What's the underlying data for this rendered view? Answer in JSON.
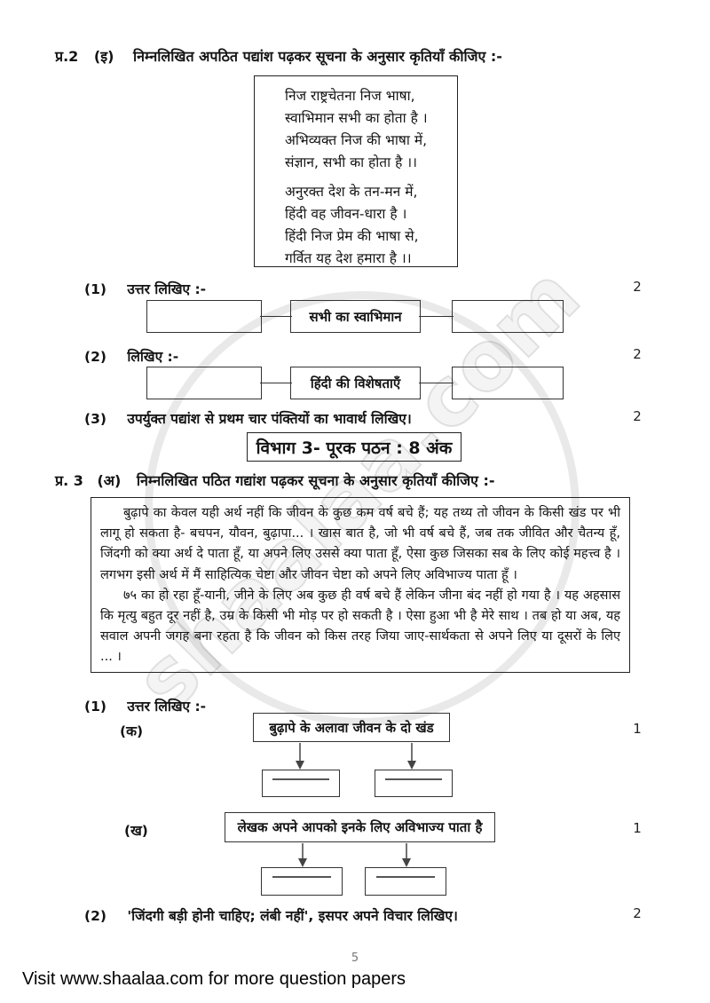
{
  "page": {
    "number": "5",
    "footer": "Visit www.shaalaa.com for more question papers",
    "watermark": "shaalaa.com"
  },
  "q2": {
    "label": "प्र.2",
    "sub": "(इ)",
    "instruction": "निम्नलिखित अपठित पद्यांश पढ़कर सूचना के अनुसार कृतियाँ कीजिए :-",
    "poem": [
      "निज राष्ट्रचेतना निज भाषा,",
      "स्वाभिमान सभी का होता है ।",
      "अभिव्यक्त निज की भाषा में,",
      "संज्ञान, सभी का होता है ।।",
      "अनुरक्त देश के तन-मन में,",
      "हिंदी वह जीवन-धारा है ।",
      "हिंदी निज प्रेम की भाषा से,",
      "गर्वित यह देश हमारा है ।।"
    ],
    "item1": {
      "num": "(1)",
      "text": "उत्तर लिखिए :-",
      "marks": "2",
      "center": "सभी का स्वाभिमान"
    },
    "item2": {
      "num": "(2)",
      "text": "लिखिए :-",
      "marks": "2",
      "center": "हिंदी की विशेषताएँ"
    },
    "item3": {
      "num": "(3)",
      "text": "उपर्युक्त पद्यांश से प्रथम चार पंक्तियों का भावार्थ लिखिए।",
      "marks": "2"
    }
  },
  "section3": {
    "heading": "विभाग 3- पूरक पठन : 8 अंक"
  },
  "q3": {
    "label": "प्र. 3",
    "sub": "(अ)",
    "instruction": "निम्नलिखित पठित गद्यांश पढ़कर सूचना के अनुसार कृतियाँ कीजिए :-",
    "passage": {
      "para1": "बुढ़ापे का केवल यही अर्थ नहीं कि जीवन के कुछ कम वर्ष बचे हैं; यह तथ्य तो जीवन के किसी खंड पर भी लागू हो सकता है- बचपन, यौवन, बुढ़ापा... । खास बात है, जो भी वर्ष बचे हैं, जब तक जीवित और चैतन्य हूँ, जिंदगी को क्या अर्थ दे पाता हूँ, या अपने लिए उससे क्या पाता हूँ, ऐसा कुछ जिसका सब के लिए कोई महत्त्व है । लगभग इसी अर्थ में मैं साहित्यिक चेष्टा और जीवन चेष्टा को अपने लिए अविभाज्य पाता हूँ ।",
      "para2": "७५ का हो रहा हूँ-यानी, जीने के लिए अब कुछ ही वर्ष बचे हैं लेकिन जीना बंद नहीं हो गया है । यह अहसास कि मृत्यु बहुत दूर नहीं है, उम्र के किसी भी मोड़ पर हो सकती है । ऐसा हुआ भी है मेरे साथ । तब हो या अब, यह सवाल अपनी जगह बना रहता है कि जीवन को किस तरह जिया जाए-सार्थकता से अपने लिए या दूसरों के लिए ... ।"
    },
    "item1": {
      "num": "(1)",
      "text": "उत्तर लिखिए :-"
    },
    "ka": {
      "label": "(क)",
      "box": "बुढ़ापे के अलावा जीवन के दो खंड",
      "marks": "1"
    },
    "kha": {
      "label": "(ख)",
      "box": "लेखक अपने आपको इनके लिए अविभाज्य पाता है",
      "marks": "1"
    },
    "item2": {
      "num": "(2)",
      "text": "'जिंदगी बड़ी होनी चाहिए; लंबी नहीं', इसपर अपने विचार लिखिए।",
      "marks": "2"
    }
  }
}
